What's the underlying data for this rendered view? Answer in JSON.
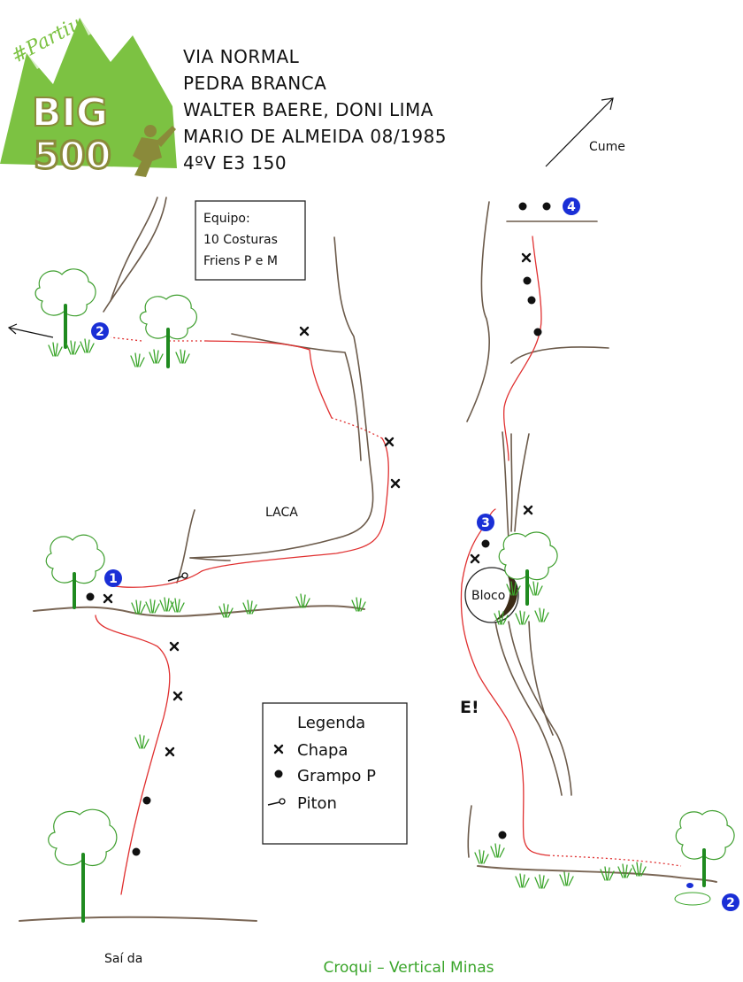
{
  "logo": {
    "hashtag": "#Partiu",
    "big": "BIG",
    "five_hundred": "500"
  },
  "route_info": {
    "lines": [
      "VIA NORMAL",
      "PEDRA BRANCA",
      "WALTER BAERE, DONI LIMA",
      "MARIO DE ALMEIDA 08/1985",
      "4ºV E3 150"
    ]
  },
  "equipment": {
    "lines": [
      "Equipo:",
      "10 Costuras",
      "Friens P e M"
    ]
  },
  "labels": {
    "summit": "Cume",
    "flake": "LACA",
    "boulder": "Bloco",
    "exit": "Saí da",
    "e_mark": "E!"
  },
  "belays": {
    "b1": "1",
    "b2_left": "2",
    "b2_right": "2",
    "b3": "3",
    "b4": "4"
  },
  "legend": {
    "title": "Legenda",
    "items": [
      {
        "symbol": "x-mark-icon",
        "label": "Chapa"
      },
      {
        "symbol": "dot-icon",
        "label": "Grampo P"
      },
      {
        "symbol": "piton-icon",
        "label": "Piton"
      }
    ]
  },
  "footer": "Croqui – Vertical Minas",
  "colors": {
    "route": "#e03030",
    "belay": "#1a2fd6",
    "vegetation": "#3aa52a",
    "rock": "#6b5a4a",
    "logo_green": "#7cc242",
    "logo_olive": "#8a8a3a"
  }
}
